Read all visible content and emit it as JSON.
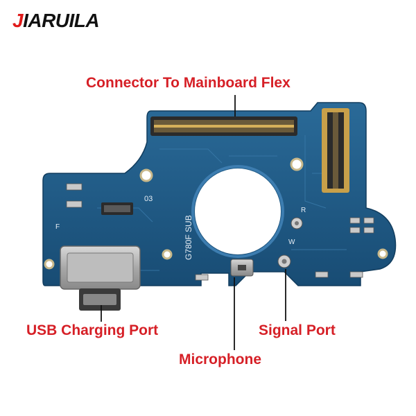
{
  "brand": {
    "initial": "J",
    "rest": "IARUILA",
    "initial_color": "#e01b1b"
  },
  "board": {
    "silkscreen_model": "G780F SUB",
    "silkscreen_code": "03",
    "silkscreen_r": "R",
    "silkscreen_w": "W",
    "silkscreen_f": "F"
  },
  "labels": {
    "connector": "Connector To Mainboard Flex",
    "usb": "USB Charging Port",
    "microphone": "Microphone",
    "signal": "Signal Port"
  },
  "colors": {
    "label": "#d61f26",
    "pcb": "#1f5a86",
    "gold": "#c79a3a"
  }
}
